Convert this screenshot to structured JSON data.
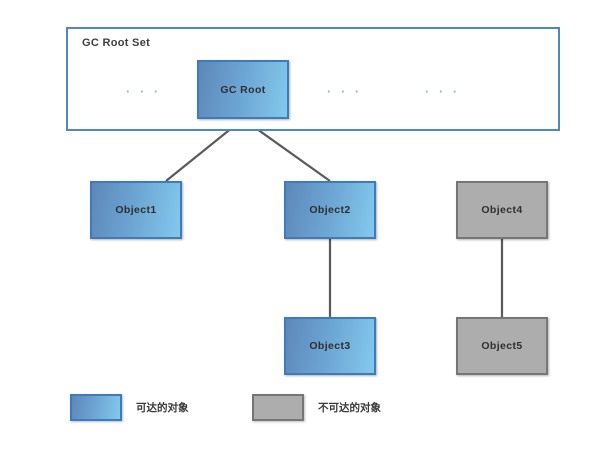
{
  "diagram": {
    "root_set": {
      "title": "GC Root Set",
      "ellipsis": [
        "· · ·",
        "· · ·",
        "· · ·"
      ]
    },
    "nodes": [
      {
        "id": "gc-root",
        "label": "GC Root",
        "state": "reachable"
      },
      {
        "id": "object1",
        "label": "Object1",
        "state": "reachable"
      },
      {
        "id": "object2",
        "label": "Object2",
        "state": "reachable"
      },
      {
        "id": "object3",
        "label": "Object3",
        "state": "reachable"
      },
      {
        "id": "object4",
        "label": "Object4",
        "state": "unreachable"
      },
      {
        "id": "object5",
        "label": "Object5",
        "state": "unreachable"
      }
    ],
    "edges": [
      {
        "from": "gc-root",
        "to": "object1"
      },
      {
        "from": "gc-root",
        "to": "object2"
      },
      {
        "from": "object2",
        "to": "object3"
      },
      {
        "from": "object4",
        "to": "object5"
      }
    ],
    "legend": [
      {
        "swatch": "blue",
        "label": "可达的对象"
      },
      {
        "swatch": "gray",
        "label": "不可达的对象"
      }
    ],
    "colors": {
      "reachable_fill_start": "#5d88b9",
      "reachable_fill_end": "#83c9ec",
      "reachable_border": "#3c7bbf",
      "unreachable_fill": "#adadad",
      "unreachable_border": "#767676",
      "container_border": "#4f86c6",
      "edge_line": "#5a5a5a",
      "background": "#ffffff"
    }
  }
}
